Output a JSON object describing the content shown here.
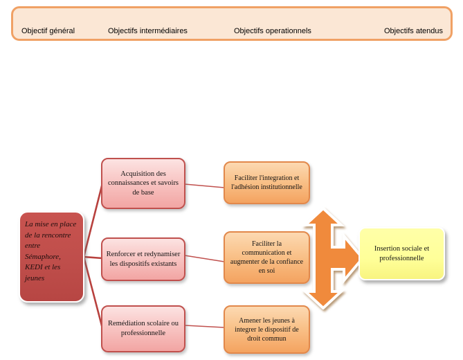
{
  "header": {
    "columns": [
      {
        "label": "Objectif général"
      },
      {
        "label": "Objectifs intermédiaires"
      },
      {
        "label": "Objectifs operationnels"
      },
      {
        "label": "Objectifs  atendus"
      }
    ]
  },
  "nodes": {
    "general": {
      "text": "La mise en place\nde la rencontre\nentre\nSémaphore,\nKEDI et les\njeunes"
    },
    "intermediate": [
      {
        "text": "Acquisition des\nconnaissances et savoirs\nde base"
      },
      {
        "text": "Renforcer et redynamiser\nles dispositifs existants"
      },
      {
        "text": "Remédiation scolaire ou\nprofessionnelle"
      }
    ],
    "operational": [
      {
        "text": "Faciliter l'integration et\nl'adhésion institutionnelle"
      },
      {
        "text": "Faciliter la\ncommunication et\naugmenter de la confiance\nen soi"
      },
      {
        "text": "Amener les jeunes à\nintegrer le dispositif de\ndroit commun"
      }
    ],
    "expected": {
      "text": "Insertion sociale et\nprofessionnelle"
    }
  },
  "icons": {
    "merge_arrow": "up-down-right-arrow"
  },
  "colors": {
    "header_fill": "#FBE7D5",
    "header_border": "#F0A165",
    "general_fill": "#C0504D",
    "intermediate_fill": "#F2A5A3",
    "intermediate_border": "#C0504D",
    "operational_fill": "#F4A360",
    "operational_border": "#E2884B",
    "expected_fill": "#FFFF99",
    "arrow_fill": "#F08A3C",
    "connector_thick": "#B8413E",
    "connector_thin": "#C0504D"
  }
}
